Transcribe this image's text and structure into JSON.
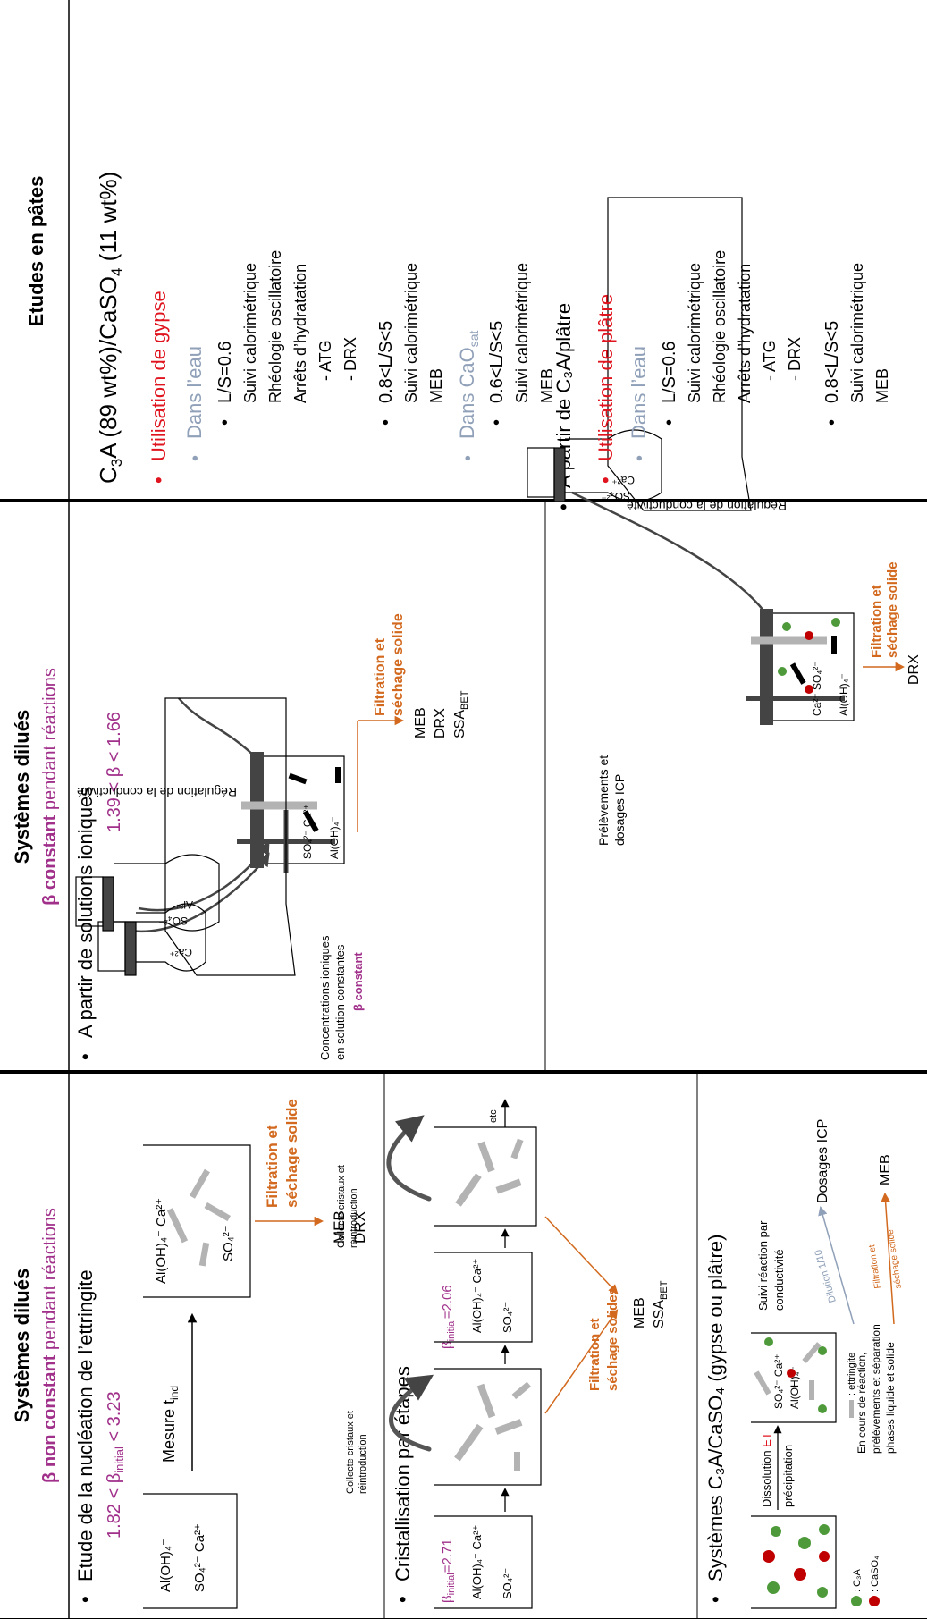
{
  "columns": {
    "left": {
      "title": "Systèmes dilués",
      "subtitle_bold": "β non constant",
      "subtitle_rest": " pendant réactions"
    },
    "middle": {
      "title": "Systèmes dilués",
      "subtitle_bold": "β constant",
      "subtitle_rest": " pendant réactions"
    },
    "right": {
      "title": "Etudes en pâtes"
    }
  },
  "nucleation": {
    "bullet": "•",
    "heading": "Etude de la nucléation de l’ettringite",
    "range_a": "1.82 < β",
    "range_sub": "initial",
    "range_b": " < 3.23",
    "measure_a": "Mesure t",
    "measure_sub": "ind",
    "box1_l1": "Al(OH)₄⁻",
    "box1_l2": "SO₄²⁻   Ca²⁺",
    "box2_l1": "Al(OH)₄⁻  Ca²⁺",
    "box2_l2": "SO₄²⁻",
    "filtration_l1": "Filtration et",
    "filtration_l2": "séchage solide",
    "result_l1": "MEB",
    "result_l2": "DRX"
  },
  "cristallisation": {
    "bullet": "•",
    "heading": "Cristallisation par étapes",
    "beta1_a": "β",
    "beta1_sub": "initial",
    "beta1_b": "=2.71",
    "beta2_a": "β",
    "beta2_sub": "initial",
    "beta2_b": "=2.06",
    "ions_l1": "Al(OH)₄⁻  Ca²⁺",
    "ions_l2": "SO₄²⁻",
    "collect_l1": "Collecte cristaux et",
    "collect_l2": "réintroduction",
    "etc": "etc",
    "filtration_l1": "Filtration et",
    "filtration_l2": "séchage solides",
    "result_l1": "MEB",
    "result_a": "SSA",
    "result_sub": "BET"
  },
  "systemes": {
    "bullet": "•",
    "heading": "Systèmes C₃A/CaSO₄ (gypse ou plâtre)",
    "diss_a": "Dissolution ",
    "diss_et": "ET",
    "precip": "précipitation",
    "ions_l1": "SO₄²⁻ Ca²⁺",
    "ions_l2": "Al(OH)₄⁻",
    "ettringite": ": ettringite",
    "legend_c3a": ": C₃A",
    "legend_caso4": ": CaSO₄",
    "suivi_l1": "Suivi réaction par",
    "suivi_l2": "conductivité",
    "dilution": "Dilution 1/10",
    "dosages": "Dosages ICP",
    "filt_l1": "Filtration et",
    "filt_l2": "séchage solide",
    "meb": "MEB",
    "cours_l1": "En cours de réaction,",
    "cours_l2": "prélèvements et séparation",
    "cours_l3": "phases liquide et solide"
  },
  "ionic": {
    "bullet": "•",
    "heading": "A partir de solutions ioniques",
    "range": "1.39 < β < 1.66",
    "conc_l1": "Concentrations ioniques",
    "conc_l2": "en solution constantes",
    "conc_l3": "β constant",
    "bottle1": "Ca²⁺",
    "bottle2_l1": "SO₄²⁻",
    "bottle2_l2": "Al³⁺",
    "reactor_l1": "SO₄²⁻      Ca²⁺",
    "reactor_l2": "Al(OH)₄⁻",
    "regulation": "Régulation de la conductivité",
    "filtration_l1": "Filtration et",
    "filtration_l2": "séchage solide",
    "result_l1": "MEB",
    "result_l2": "DRX",
    "result_a": "SSA",
    "result_sub": "BET"
  },
  "platre": {
    "bullet": "•",
    "heading": "A partir de C₃A/plâtre",
    "prelev_l1": "Prélèvements et",
    "prelev_l2": "dosages ICP",
    "bottle_l1": "SO₄²⁻",
    "bottle_l2": "Ca²⁺",
    "reactor_l1": "Ca²⁺    SO₄²⁻",
    "reactor_l2": "Al(OH)₄⁻",
    "regulation": "Régulation de la conductivité",
    "filtration_l1": "Filtration et",
    "filtration_l2": "séchage solide",
    "result": "DRX"
  },
  "pates": {
    "formula_a": "C",
    "formula_sub1": "3",
    "formula_b": "A (89 wt%)/CaSO",
    "formula_sub2": "4",
    "formula_c": " (11 wt%)",
    "gypse": "Utilisation de gypse",
    "eau1": "Dans l’eau",
    "ls06": "L/S=0.6",
    "suivi": "Suivi calorimétrique",
    "rheo": "Rhéologie oscillatoire",
    "arrets": "Arrêts d’hydratation",
    "atg": "-   ATG",
    "drx": "-   DRX",
    "ls5": "0.8<L/S<5",
    "meb": "MEB",
    "cao_a": "Dans CaO",
    "cao_sub": "sat",
    "ls5b": "0.6<L/S<5",
    "platre": "Utilisation de plâtre",
    "eau2": "Dans l’eau",
    "bullet": "•",
    "sub_bullet": "•"
  },
  "colors": {
    "magenta": "#A0308A",
    "orange": "#D2691E",
    "red": "#E0141E",
    "grey_blue": "#8FA0B8",
    "crystal": "#B3B3B3",
    "green": "#4E9A3A",
    "dark_red": "#C00000"
  }
}
